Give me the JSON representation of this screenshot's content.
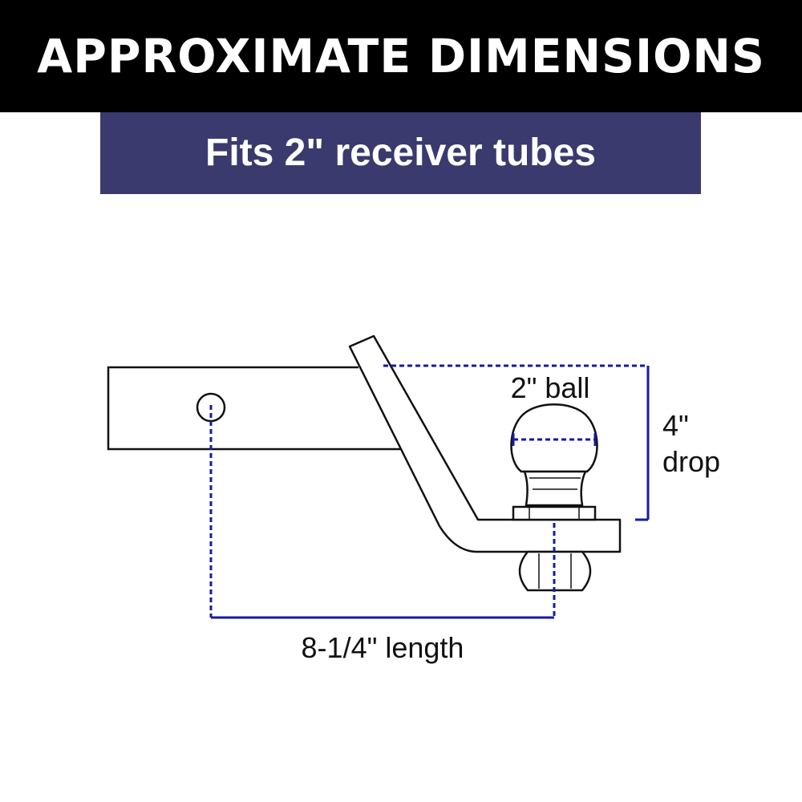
{
  "header": {
    "title": "APPROXIMATE DIMENSIONS",
    "subtitle": "Fits 2\" receiver tubes"
  },
  "diagram": {
    "ball_label": "2\" ball",
    "drop_label_line1": "4\"",
    "drop_label_line2": "drop",
    "length_label": "8-1/4\" length"
  },
  "colors": {
    "banner_black": "#000000",
    "banner_navy": "#3a3a6e",
    "dimension_line": "#1a1aa0",
    "outline": "#111111"
  }
}
